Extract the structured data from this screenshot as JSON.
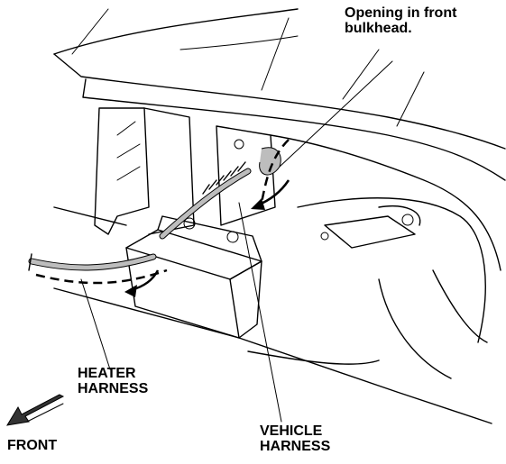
{
  "labels": {
    "opening": [
      "Opening in front",
      "bulkhead."
    ],
    "heater": [
      "HEATER",
      "HARNESS"
    ],
    "vehicle": [
      "VEHICLE",
      "HARNESS"
    ],
    "front": "FRONT"
  }
}
